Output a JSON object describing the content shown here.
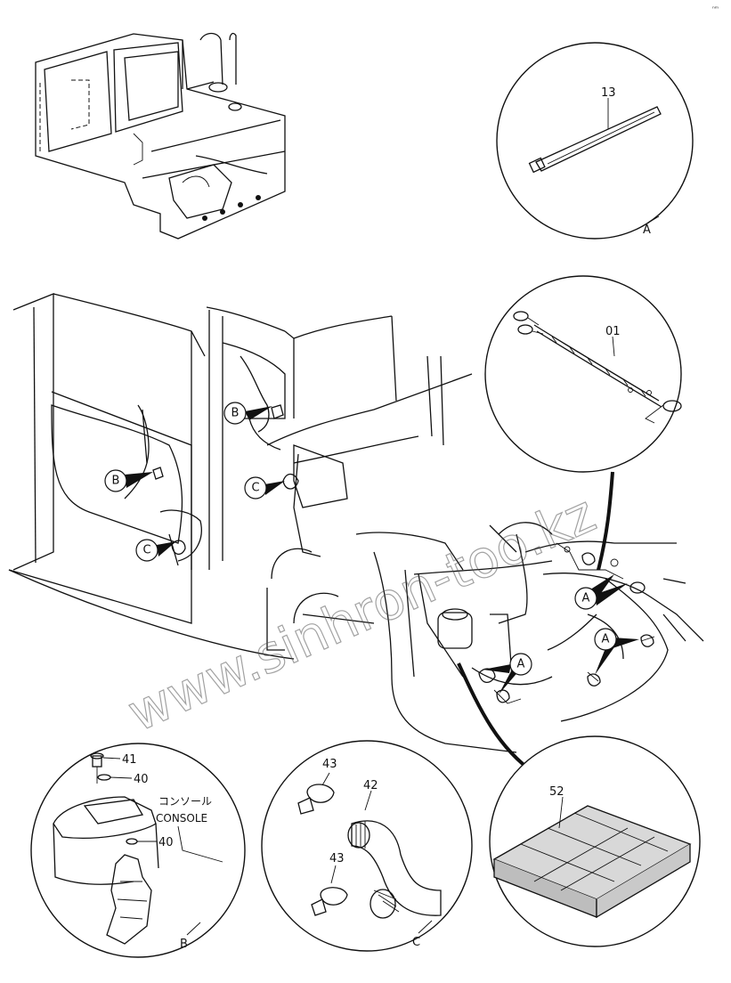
{
  "watermark": "www.sinhron-too.kz",
  "corner_mark": "ⁿᵐ",
  "callout_letters": {
    "a": "A",
    "b": "B",
    "c": "C"
  },
  "part_numbers": {
    "p13": "13",
    "p01": "01",
    "p41": "41",
    "p40a": "40",
    "p40b": "40",
    "p43a": "43",
    "p43b": "43",
    "p42": "42",
    "p52": "52"
  },
  "detail_labels": {
    "detail_a": "A",
    "detail_b": "B",
    "detail_c": "C"
  },
  "console_label_jp": "コンソール",
  "console_label_en": "CONSOLE"
}
